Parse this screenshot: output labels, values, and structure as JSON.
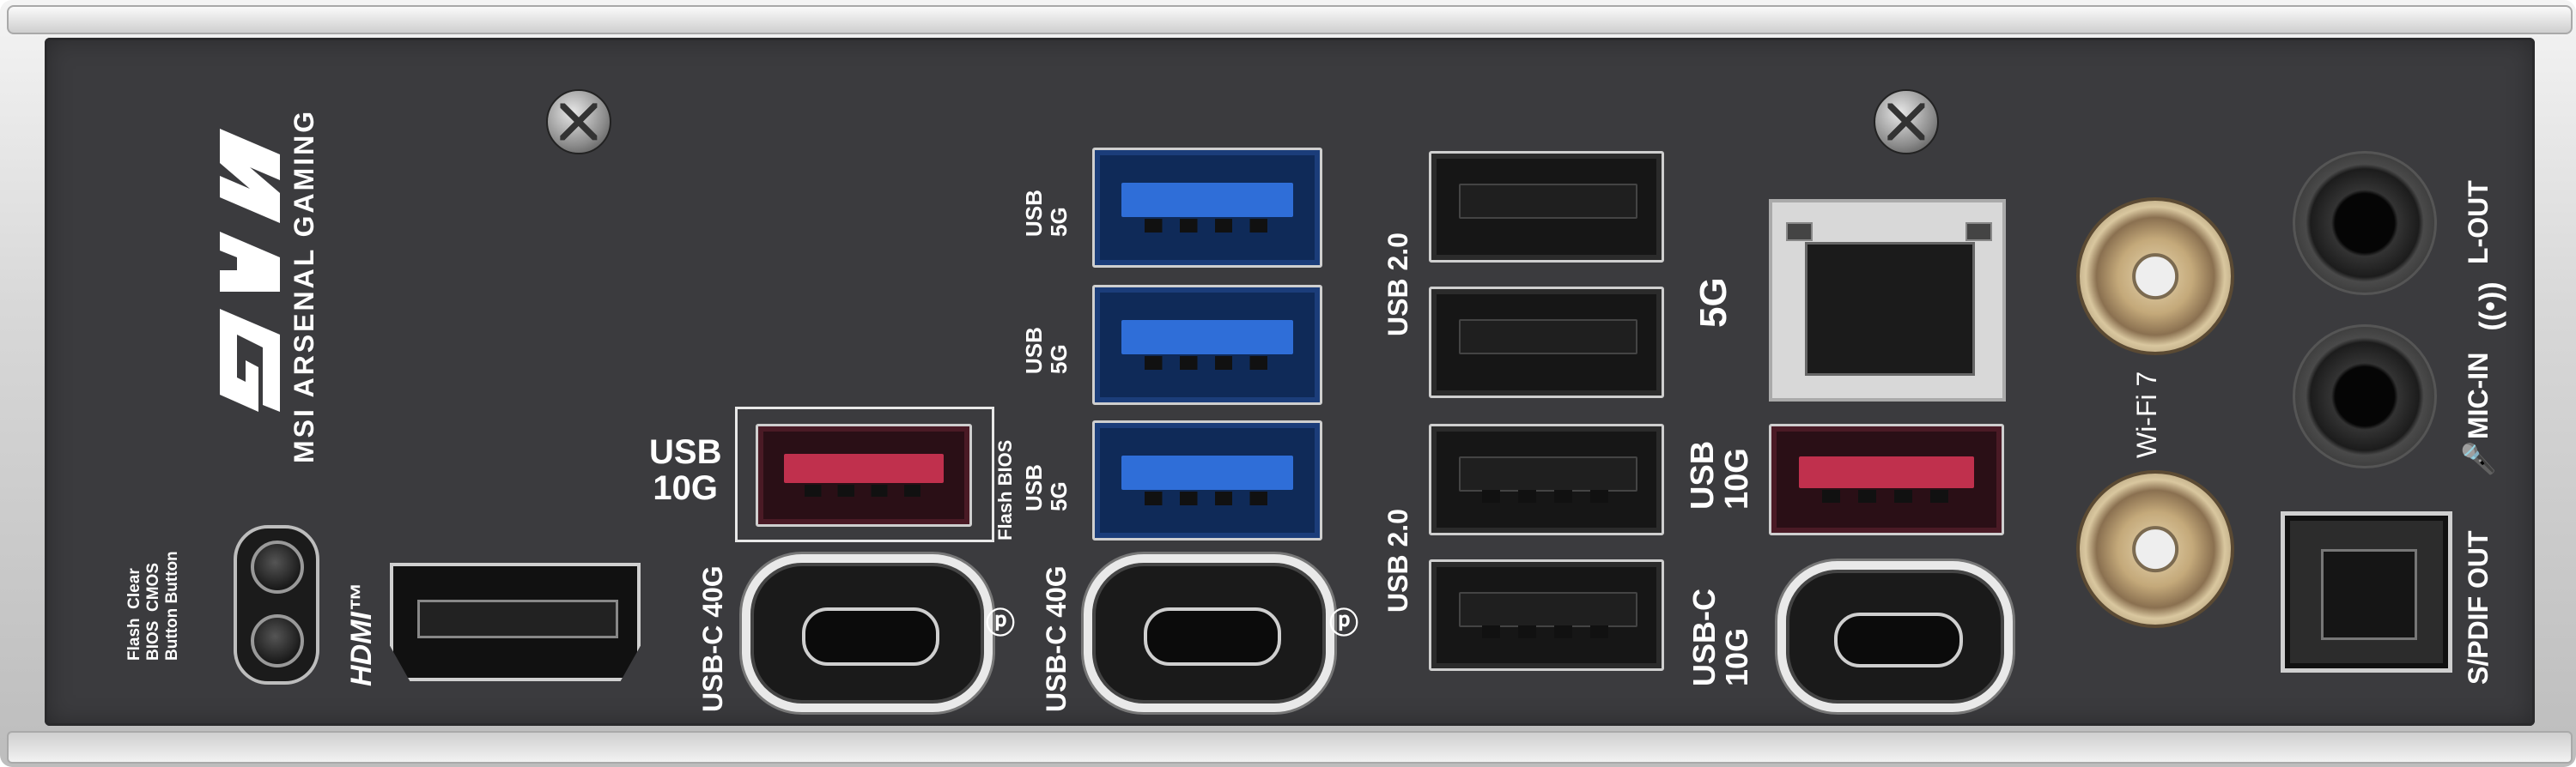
{
  "brand": {
    "logo": "MAG",
    "subtitle": "MSI ARSENAL GAMING"
  },
  "labels": {
    "flash_clear": "Flash  Clear\nBIOS  CMOS\nButton Button",
    "hdmi": "HDMI™",
    "usb10g_left": "USB\n10G",
    "usbc40g_1": "USB-C 40G",
    "usbc40g_2": "USB-C 40G",
    "flash_bios": "Flash BIOS",
    "usb5g_1": "USB\n5G",
    "usb5g_2": "USB\n5G",
    "usb5g_3": "USB\n5G",
    "usb20_top": "USB 2.0",
    "usb20_bottom": "USB 2.0",
    "lan_5g": "5G",
    "usb10g_right": "USB\n10G",
    "usbc10g": "USB-C\n10G",
    "wifi": "Wi-Fi 7",
    "spdif": "S/PDIF OUT",
    "mic_in": "MIC-IN",
    "l_out": "L-OUT"
  },
  "colors": {
    "plate": "#3b3b3e",
    "usb_blue": "#2f6ed8",
    "usb_red": "#c0304d",
    "antenna_gold": "#c4a97a"
  }
}
